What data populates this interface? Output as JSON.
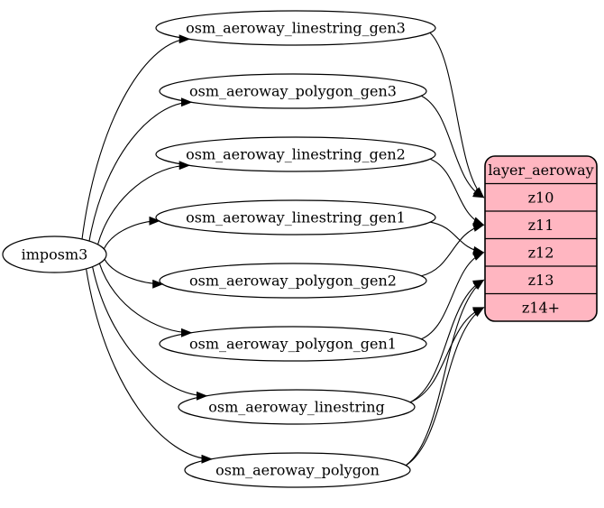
{
  "diagram": {
    "kind": "etl-graph",
    "background": "#ffffff",
    "source_node": {
      "id": "imposm3",
      "label": "imposm3"
    },
    "table_nodes": [
      {
        "id": "osm_aeroway_linestring_gen3",
        "label": "osm_aeroway_linestring_gen3"
      },
      {
        "id": "osm_aeroway_polygon_gen3",
        "label": "osm_aeroway_polygon_gen3"
      },
      {
        "id": "osm_aeroway_linestring_gen2",
        "label": "osm_aeroway_linestring_gen2"
      },
      {
        "id": "osm_aeroway_linestring_gen1",
        "label": "osm_aeroway_linestring_gen1"
      },
      {
        "id": "osm_aeroway_polygon_gen2",
        "label": "osm_aeroway_polygon_gen2"
      },
      {
        "id": "osm_aeroway_polygon_gen1",
        "label": "osm_aeroway_polygon_gen1"
      },
      {
        "id": "osm_aeroway_linestring",
        "label": "osm_aeroway_linestring"
      },
      {
        "id": "osm_aeroway_polygon",
        "label": "osm_aeroway_polygon"
      }
    ],
    "layer_node": {
      "title": "layer_aeroway",
      "rows": [
        "z10",
        "z11",
        "z12",
        "z13",
        "z14+"
      ]
    },
    "edges_from_source": [
      {
        "from": "imposm3",
        "to": "osm_aeroway_linestring_gen3"
      },
      {
        "from": "imposm3",
        "to": "osm_aeroway_polygon_gen3"
      },
      {
        "from": "imposm3",
        "to": "osm_aeroway_linestring_gen2"
      },
      {
        "from": "imposm3",
        "to": "osm_aeroway_linestring_gen1"
      },
      {
        "from": "imposm3",
        "to": "osm_aeroway_polygon_gen2"
      },
      {
        "from": "imposm3",
        "to": "osm_aeroway_polygon_gen1"
      },
      {
        "from": "imposm3",
        "to": "osm_aeroway_linestring"
      },
      {
        "from": "imposm3",
        "to": "osm_aeroway_polygon"
      }
    ],
    "edges_to_layer": [
      {
        "from": "osm_aeroway_linestring_gen3",
        "to": "z10"
      },
      {
        "from": "osm_aeroway_polygon_gen3",
        "to": "z10"
      },
      {
        "from": "osm_aeroway_linestring_gen2",
        "to": "z11"
      },
      {
        "from": "osm_aeroway_polygon_gen2",
        "to": "z11"
      },
      {
        "from": "osm_aeroway_linestring_gen1",
        "to": "z12"
      },
      {
        "from": "osm_aeroway_polygon_gen1",
        "to": "z12"
      },
      {
        "from": "osm_aeroway_linestring",
        "to": "z13"
      },
      {
        "from": "osm_aeroway_polygon",
        "to": "z13"
      },
      {
        "from": "osm_aeroway_linestring",
        "to": "z14+"
      },
      {
        "from": "osm_aeroway_polygon",
        "to": "z14+"
      }
    ],
    "colors": {
      "layer_fill": "#ffb6c1",
      "node_fill": "#ffffff",
      "stroke": "#000000"
    }
  }
}
